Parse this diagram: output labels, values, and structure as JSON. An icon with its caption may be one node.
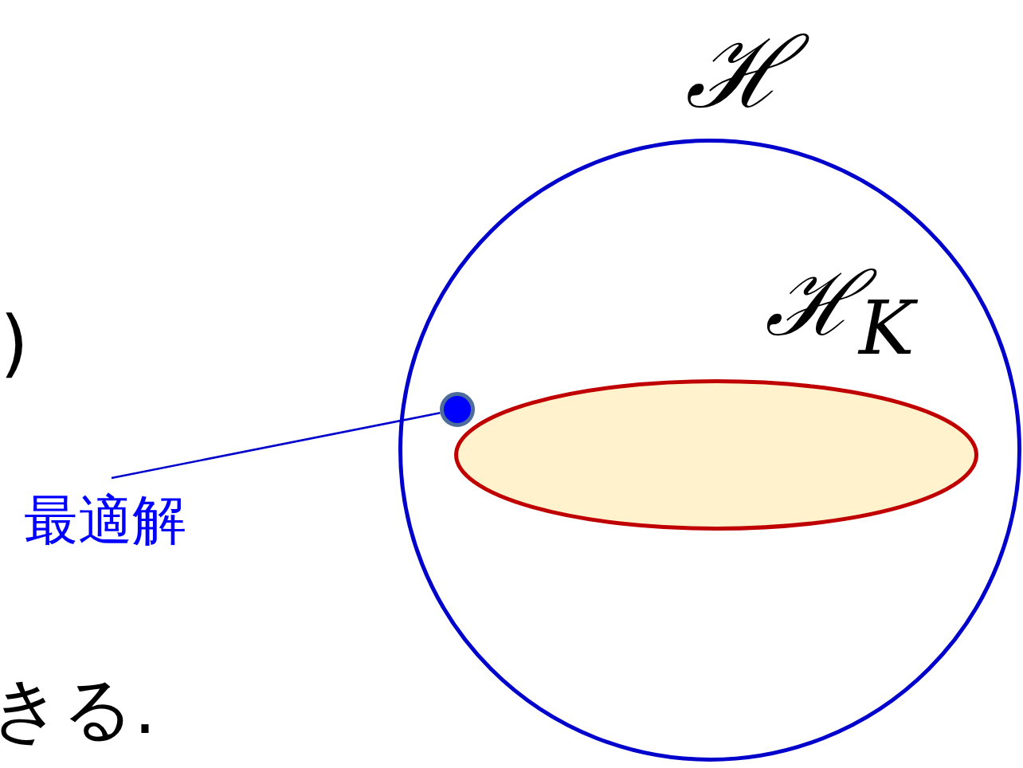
{
  "diagram": {
    "nodes": [
      {
        "text": [
          "ℋ"
        ]
      },
      {
        "text": [
          "ℋ$_{K}$"
        ],
        "in": 0
      },
      {
        "text": [],
        "shape": "circle",
        "in": 0
      },
      {
        "text": [
          "最適解"
        ]
      }
    ],
    "edges": [
      {
        "from": 3,
        "to": 2,
        "arrow": "none"
      }
    ],
    "labels": [
      ")",
      "きる."
    ]
  }
}
